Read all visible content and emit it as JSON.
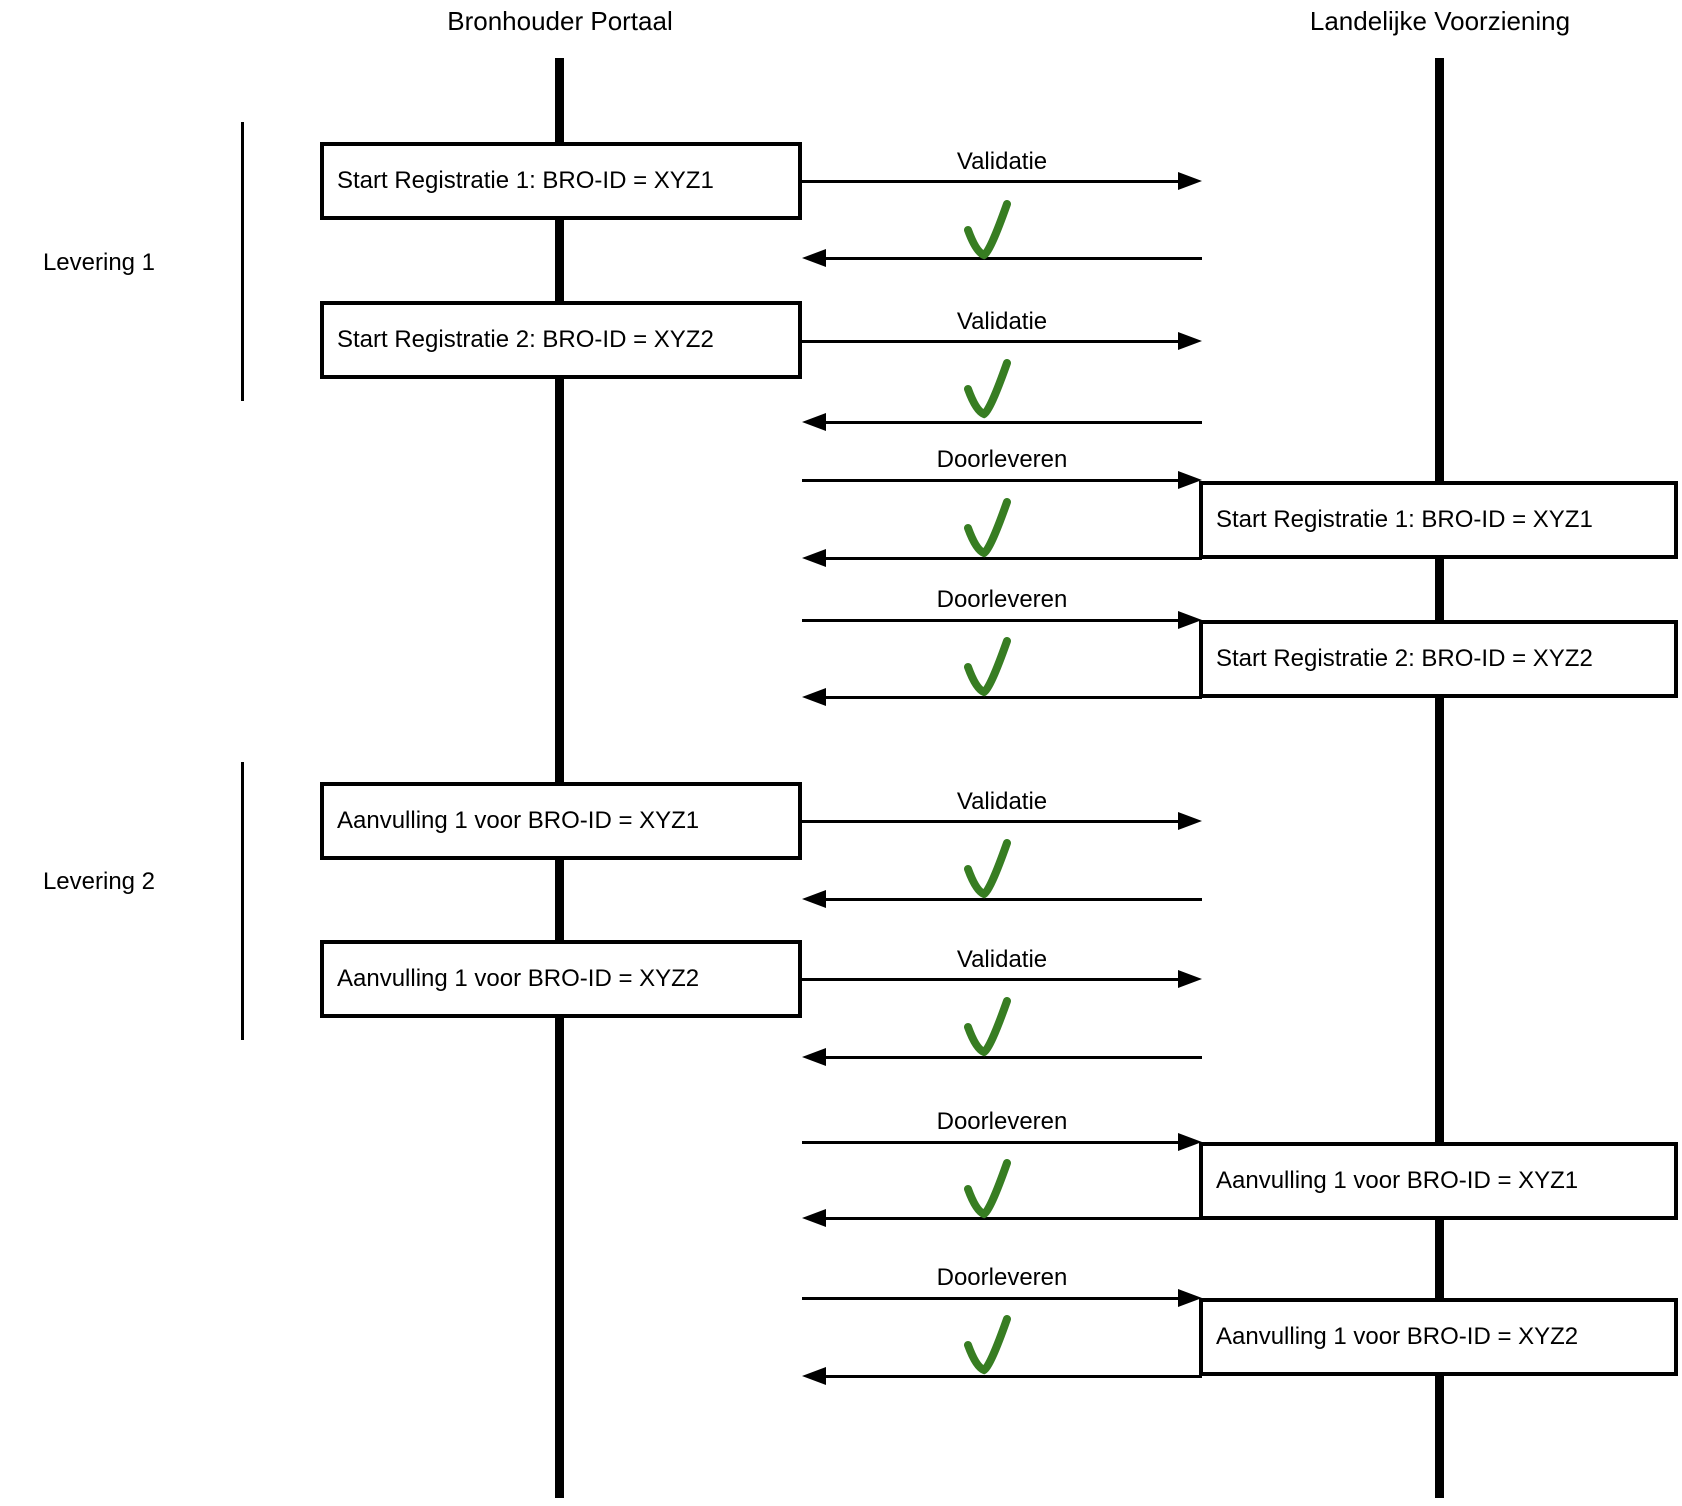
{
  "diagram": {
    "type": "sequence-diagram",
    "lifelines": {
      "left_title": "Bronhouder Portaal",
      "right_title": "Landelijke Voorziening"
    },
    "groups": [
      {
        "label": "Levering 1"
      },
      {
        "label": "Levering 2"
      }
    ],
    "colors": {
      "line": "#000000",
      "check_green": "#377d22",
      "background": "#ffffff"
    },
    "check_icon_name": "green-checkmark",
    "messages": [
      {
        "arrow_label": "Validatie",
        "box_side": "left",
        "box_text": "Start Registratie 1: BRO-ID = XYZ1",
        "result": "success"
      },
      {
        "arrow_label": "Validatie",
        "box_side": "left",
        "box_text": "Start Registratie 2: BRO-ID = XYZ2",
        "result": "success"
      },
      {
        "arrow_label": "Doorleveren",
        "box_side": "right",
        "box_text": "Start Registratie 1: BRO-ID = XYZ1",
        "result": "success"
      },
      {
        "arrow_label": "Doorleveren",
        "box_side": "right",
        "box_text": "Start Registratie 2: BRO-ID = XYZ2",
        "result": "success"
      },
      {
        "arrow_label": "Validatie",
        "box_side": "left",
        "box_text": "Aanvulling 1 voor BRO-ID = XYZ1",
        "result": "success"
      },
      {
        "arrow_label": "Validatie",
        "box_side": "left",
        "box_text": "Aanvulling 1 voor BRO-ID = XYZ2",
        "result": "success"
      },
      {
        "arrow_label": "Doorleveren",
        "box_side": "right",
        "box_text": "Aanvulling 1 voor BRO-ID = XYZ1",
        "result": "success"
      },
      {
        "arrow_label": "Doorleveren",
        "box_side": "right",
        "box_text": "Aanvulling 1 voor BRO-ID = XYZ2",
        "result": "success"
      }
    ]
  }
}
